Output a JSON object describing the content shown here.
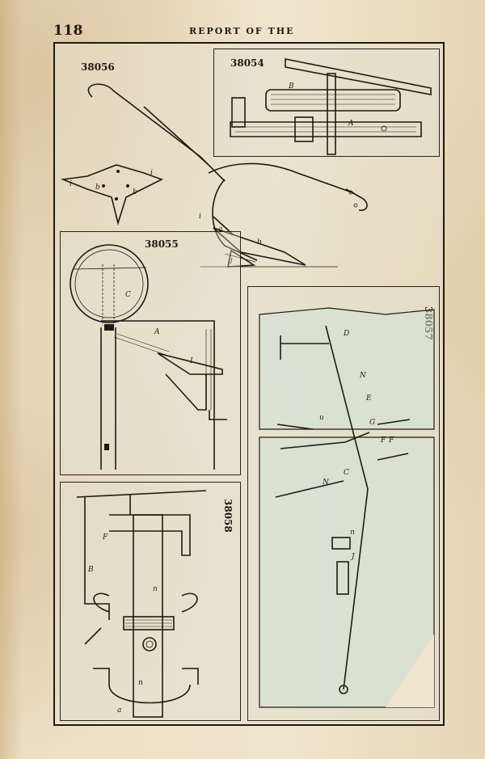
{
  "header": {
    "page_number": "118",
    "running_head": "REPORT OF THE"
  },
  "figures": [
    {
      "id": "38056",
      "label": "38056"
    },
    {
      "id": "38054",
      "label": "38054"
    },
    {
      "id": "38055",
      "label": "38055"
    },
    {
      "id": "38057",
      "label": "38057"
    },
    {
      "id": "38058",
      "label": "38058"
    }
  ],
  "figure_letters": {
    "plow": [
      "i",
      "i",
      "b",
      "b",
      "i",
      "a",
      "b",
      "d"
    ],
    "press": [
      "B",
      "A"
    ],
    "tank": [
      "C",
      "A",
      "I"
    ],
    "cultivator": [
      "D",
      "N",
      "E",
      "G",
      "C",
      "N",
      "J",
      "F",
      "F",
      "n",
      "u"
    ],
    "frame": [
      "F",
      "B",
      "n",
      "a"
    ]
  }
}
